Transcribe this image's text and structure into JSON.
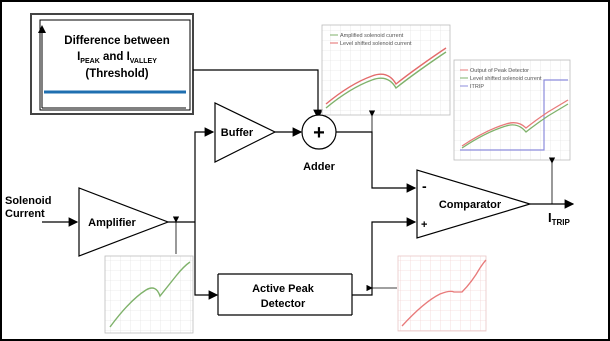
{
  "threshold_box": {
    "line1": "Difference between",
    "line2_a": "I",
    "line2_sub_a": "PEAK",
    "line2_b": " and I",
    "line2_sub_b": "VALLEY",
    "line3": "(Threshold)"
  },
  "blocks": {
    "solenoid_label_1": "Solenoid",
    "solenoid_label_2": "Current",
    "amplifier": "Amplifier",
    "buffer": "Buffer",
    "adder_symbol": "+",
    "adder_label": "Adder",
    "comparator": "Comparator",
    "comparator_minus": "-",
    "comparator_plus": "+",
    "active_peak_1": "Active Peak",
    "active_peak_2": "Detector",
    "itrip_main": "I",
    "itrip_sub": "TRIP"
  },
  "legend_adder": [
    "Amplified solenoid current",
    "Level shifted solenoid current"
  ],
  "legend_comparator": [
    "Output of Peak Detector",
    "Level shifted solenoid current",
    "ITRIP"
  ],
  "colors": {
    "threshold_line": "#1f6fb0",
    "amplified": "#7fb26b",
    "shifted": "#e36b6b",
    "peak": "#e87a7a",
    "itrip": "#8c8cdc",
    "grid": "#d9d9d9"
  }
}
